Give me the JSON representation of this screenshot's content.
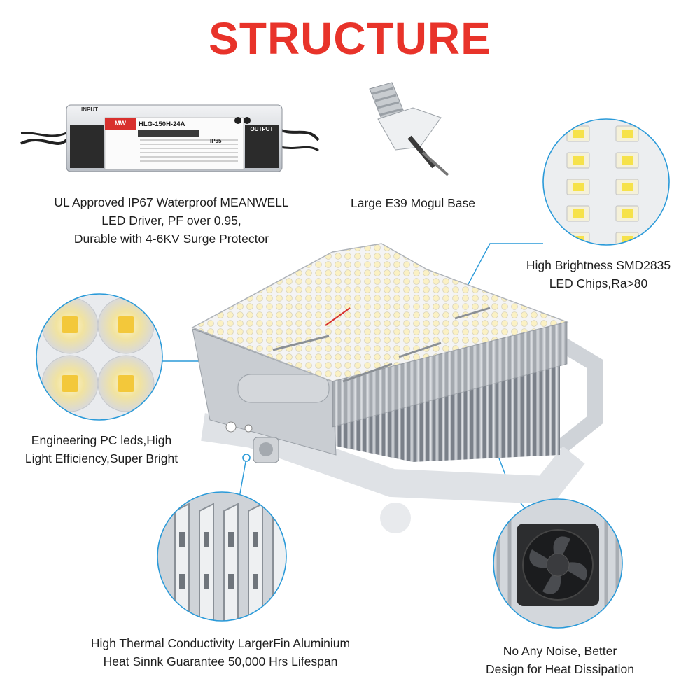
{
  "title": "STRUCTURE",
  "callouts": {
    "driver": {
      "lines": [
        "UL Approved IP67 Waterproof MEANWELL",
        "LED Driver, PF over 0.95,",
        "Durable with 4-6KV Surge Protector"
      ],
      "device": {
        "input_label": "INPUT",
        "model": "HLG-150H-24A",
        "output_label": "OUTPUT",
        "brand": "MW",
        "rating": "IP65"
      }
    },
    "base": {
      "lines": [
        "Large E39 Mogul Base"
      ]
    },
    "chips": {
      "lines": [
        "High Brightness SMD2835",
        "LED Chips,Ra>80"
      ]
    },
    "pc_leds": {
      "lines": [
        "Engineering PC leds,High",
        "Light Efficiency,Super Bright"
      ]
    },
    "fins": {
      "lines": [
        "High Thermal Conductivity LargerFin Aluminium",
        "Heat Sinnk Guarantee 50,000 Hrs Lifespan"
      ]
    },
    "fan": {
      "lines": [
        "No Any Noise, Better",
        "Design for Heat Dissipation"
      ]
    }
  },
  "colors": {
    "title": "#e8332a",
    "callout_line": "#2a9ad9",
    "text": "#1e1e1e"
  },
  "icons": [
    "led-driver",
    "e39-mogul-base",
    "smd-chip-magnifier",
    "pc-led-lens-magnifier",
    "heatsink-fin-magnifier",
    "cooling-fan-magnifier",
    "retrofit-led-lamp"
  ]
}
